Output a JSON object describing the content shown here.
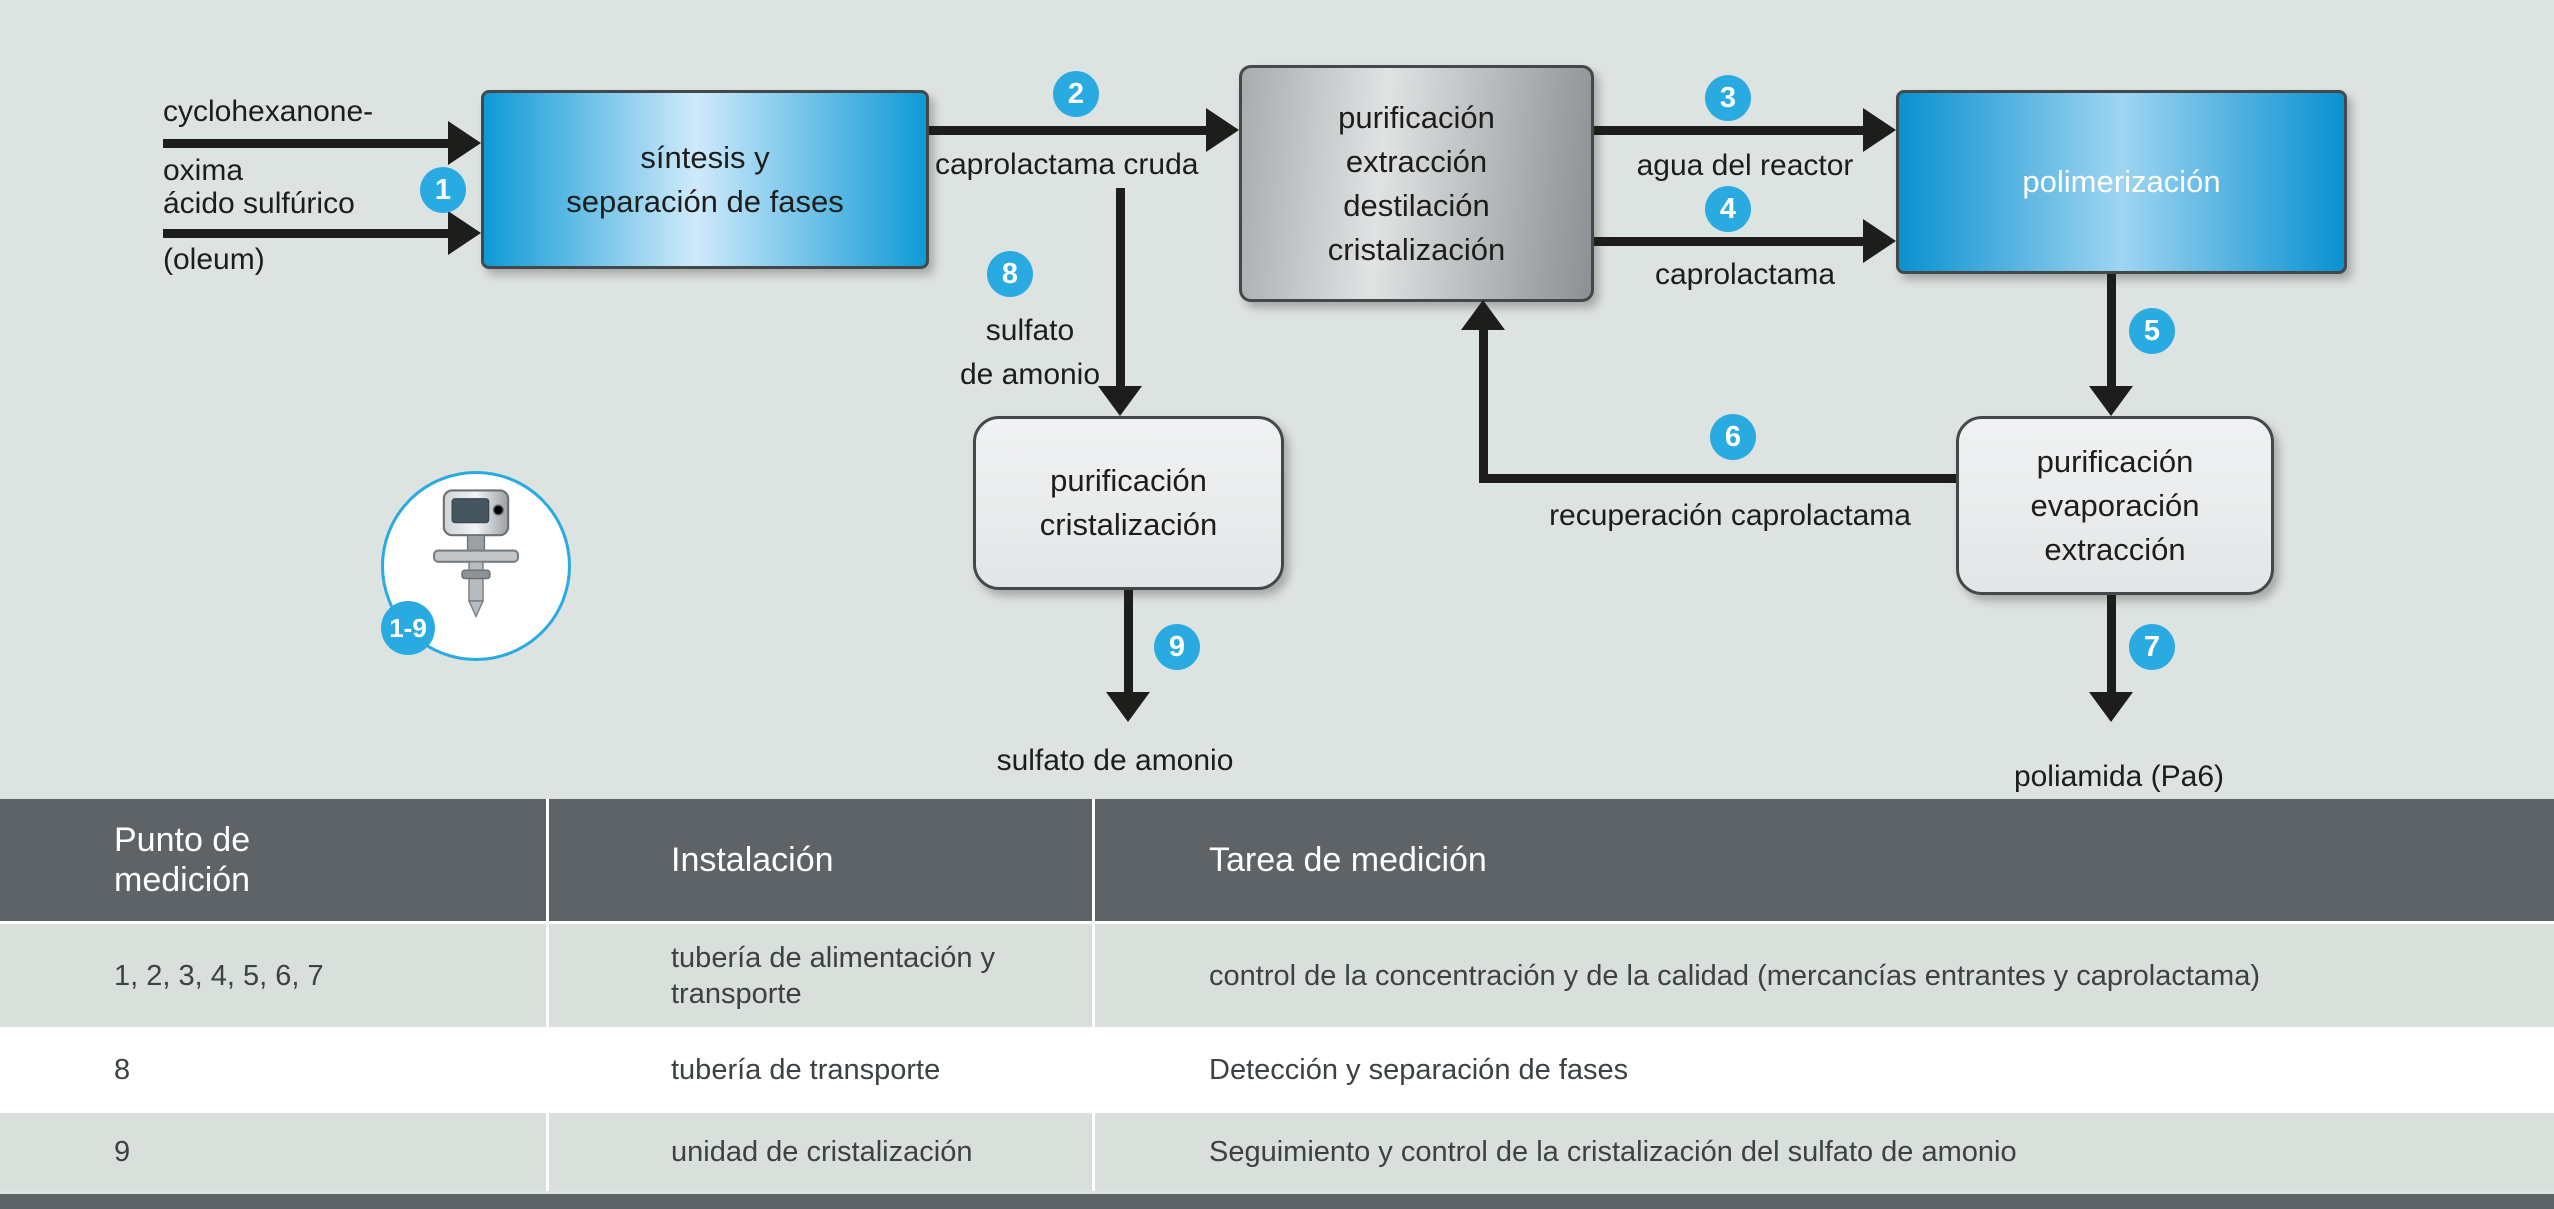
{
  "colors": {
    "background": "#dde3e0",
    "accent_blue": "#29abe2",
    "arrow_black": "#1d1d1b",
    "table_header_bg": "#5d6367",
    "table_row_alt_bg": "#d9dfdb",
    "box_border": "#43484b"
  },
  "diagram": {
    "inputs": [
      {
        "line1": "cyclohexanone-",
        "line2": "oxima"
      },
      {
        "line1": "ácido sulfúrico",
        "line2": "(oleum)"
      }
    ],
    "boxes": {
      "synthesis": {
        "lines": [
          "síntesis y",
          "separación de fases"
        ]
      },
      "purification_main": {
        "lines": [
          "purificación",
          "extracción",
          "destilación",
          "cristalización"
        ]
      },
      "polymerization": {
        "lines": [
          "polimerización"
        ]
      },
      "purification_cryst": {
        "lines": [
          "purificación",
          "cristalización"
        ]
      },
      "purification_evap": {
        "lines": [
          "purificación",
          "evaporación",
          "extracción"
        ]
      }
    },
    "labels": {
      "caprolactama_cruda": "caprolactama cruda",
      "agua_del_reactor": "agua del reactor",
      "caprolactama": "caprolactama",
      "sulfato_line1": "sulfato",
      "sulfato_line2": "de amonio",
      "sulfato_de_amonio": "sulfato de amonio",
      "recuperacion_caprolactama": "recuperación caprolactama",
      "poliamida": "poliamida (Pa6)"
    },
    "badges": {
      "b1": "1",
      "b2": "2",
      "b3": "3",
      "b4": "4",
      "b5": "5",
      "b6": "6",
      "b7": "7",
      "b8": "8",
      "b9": "9",
      "range": "1-9"
    }
  },
  "table": {
    "headers": {
      "col1_line1": "Punto de",
      "col1_line2": "medición",
      "col2": "Instalación",
      "col3": "Tarea de medición"
    },
    "rows": [
      {
        "point": "1, 2, 3, 4, 5, 6, 7",
        "installation": "tubería de alimentación y transporte",
        "task": "control de la concentración y de la calidad (mercancías entrantes y caprolactama)"
      },
      {
        "point": "8",
        "installation": "tubería de transporte",
        "task": "Detección y separación de fases"
      },
      {
        "point": "9",
        "installation": "unidad de cristalización",
        "task": "Seguimiento y control de la cristalización del sulfato de amonio"
      }
    ]
  }
}
